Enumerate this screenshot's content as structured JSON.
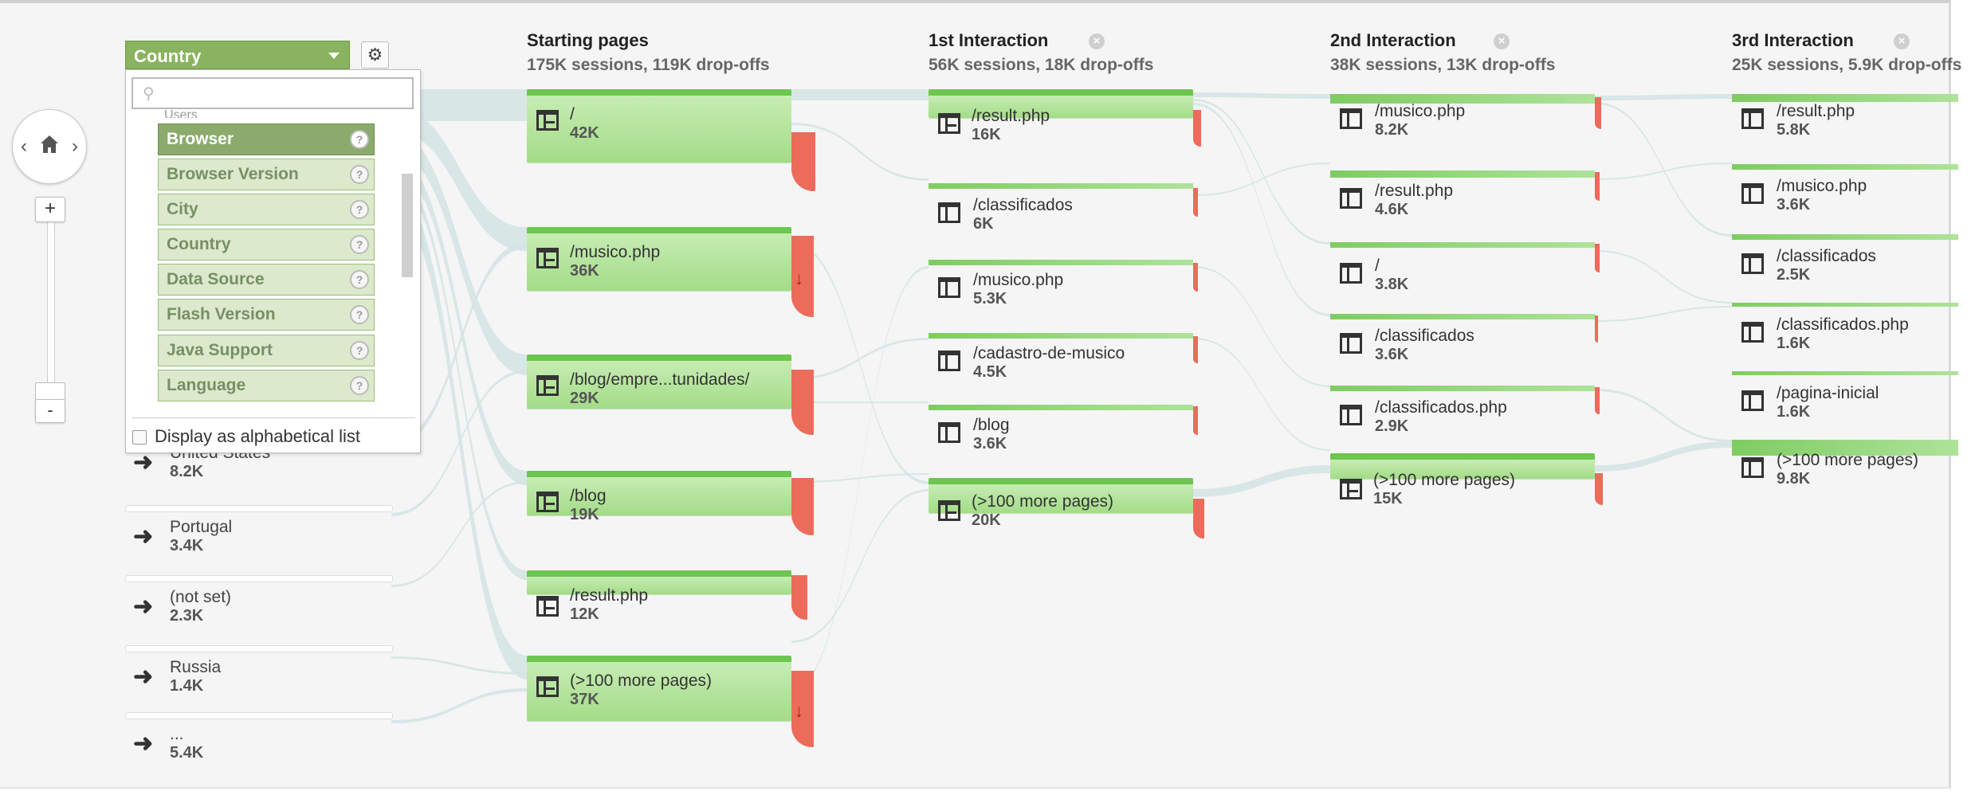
{
  "columns": [
    {
      "title": "Starting pages",
      "stats": "175K sessions, 119K drop-offs",
      "closable": false
    },
    {
      "title": "1st Interaction",
      "stats": "56K sessions, 18K drop-offs",
      "closable": true
    },
    {
      "title": "2nd Interaction",
      "stats": "38K sessions, 13K drop-offs",
      "closable": true
    },
    {
      "title": "3rd Interaction",
      "stats": "25K sessions, 5.9K drop-offs",
      "closable": true
    }
  ],
  "close_glyph": "×",
  "starting_pages": [
    {
      "label": "/",
      "value": "42K"
    },
    {
      "label": "/musico.php",
      "value": "36K"
    },
    {
      "label": "/blog/empre...tunidades/",
      "value": "29K"
    },
    {
      "label": "/blog",
      "value": "19K"
    },
    {
      "label": "/result.php",
      "value": "12K"
    },
    {
      "label": "(>100 more pages)",
      "value": "37K"
    }
  ],
  "first_interaction": [
    {
      "label": "/result.php",
      "value": "16K"
    },
    {
      "label": "/classificados",
      "value": "6K"
    },
    {
      "label": "/musico.php",
      "value": "5.3K"
    },
    {
      "label": "/cadastro-de-musico",
      "value": "4.5K"
    },
    {
      "label": "/blog",
      "value": "3.6K"
    },
    {
      "label": "(>100 more pages)",
      "value": "20K"
    }
  ],
  "second_interaction": [
    {
      "label": "/musico.php",
      "value": "8.2K"
    },
    {
      "label": "/result.php",
      "value": "4.6K"
    },
    {
      "label": "/",
      "value": "3.8K"
    },
    {
      "label": "/classificados",
      "value": "3.6K"
    },
    {
      "label": "/classificados.php",
      "value": "2.9K"
    },
    {
      "label": "(>100 more pages)",
      "value": "15K"
    }
  ],
  "third_interaction": [
    {
      "label": "/result.php",
      "value": "5.8K"
    },
    {
      "label": "/musico.php",
      "value": "3.6K"
    },
    {
      "label": "/classificados",
      "value": "2.5K"
    },
    {
      "label": "/classificados.php",
      "value": "1.6K"
    },
    {
      "label": "/pagina-inicial",
      "value": "1.6K"
    },
    {
      "label": "(>100 more pages)",
      "value": "9.8K"
    }
  ],
  "countries": [
    {
      "label": "United States",
      "value": "8.2K"
    },
    {
      "label": "Portugal",
      "value": "3.4K"
    },
    {
      "label": "(not set)",
      "value": "2.3K"
    },
    {
      "label": "Russia",
      "value": "1.4K"
    },
    {
      "label": "...",
      "value": "5.4K"
    }
  ],
  "dimension_selector": {
    "selected": "Country",
    "search_placeholder": "",
    "options": [
      "Browser",
      "Browser Version",
      "City",
      "Country",
      "Data Source",
      "Flash Version",
      "Java Support",
      "Language"
    ],
    "highlighted": "Browser",
    "alphabetical_label": "Display as alphabetical list",
    "alphabetical_checked": false
  },
  "zoom": {
    "plus": "+",
    "minus": "-"
  },
  "nav": {
    "left": "‹",
    "right": "›"
  },
  "icons": [
    "home-icon",
    "gear-icon",
    "search-icon",
    "page-icon",
    "country-arrow-icon",
    "help-icon",
    "close-icon"
  ],
  "colors": {
    "node_green": "#a3dc87",
    "node_green_top": "#6cc64f",
    "dropoff_red": "#ec6b5b",
    "flow": "#d4e3e3",
    "selector_green": "#89b35e"
  }
}
